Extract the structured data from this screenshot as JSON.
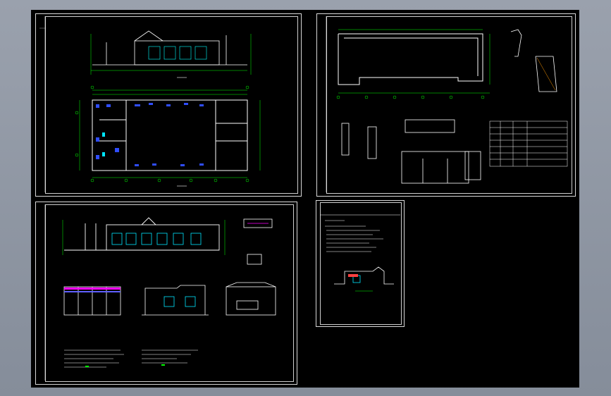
{
  "viewer": {
    "background_color": "#000000",
    "frame_color": "#8e96a3"
  },
  "drawing_colors": {
    "linework": "#ffffff",
    "dimensions": "#00ff00",
    "furniture": "#3b5bff",
    "windows": "#00e5ff",
    "annotations": "#ffff00",
    "accent": "#ff00ff"
  },
  "sheets": [
    {
      "id": "floor-plan-and-elevation",
      "icon": "blueprint-icon"
    },
    {
      "id": "roof-plan-and-sections",
      "icon": "blueprint-icon"
    },
    {
      "id": "elevations-and-details",
      "icon": "blueprint-icon"
    },
    {
      "id": "design-notes",
      "icon": "blueprint-icon"
    }
  ]
}
